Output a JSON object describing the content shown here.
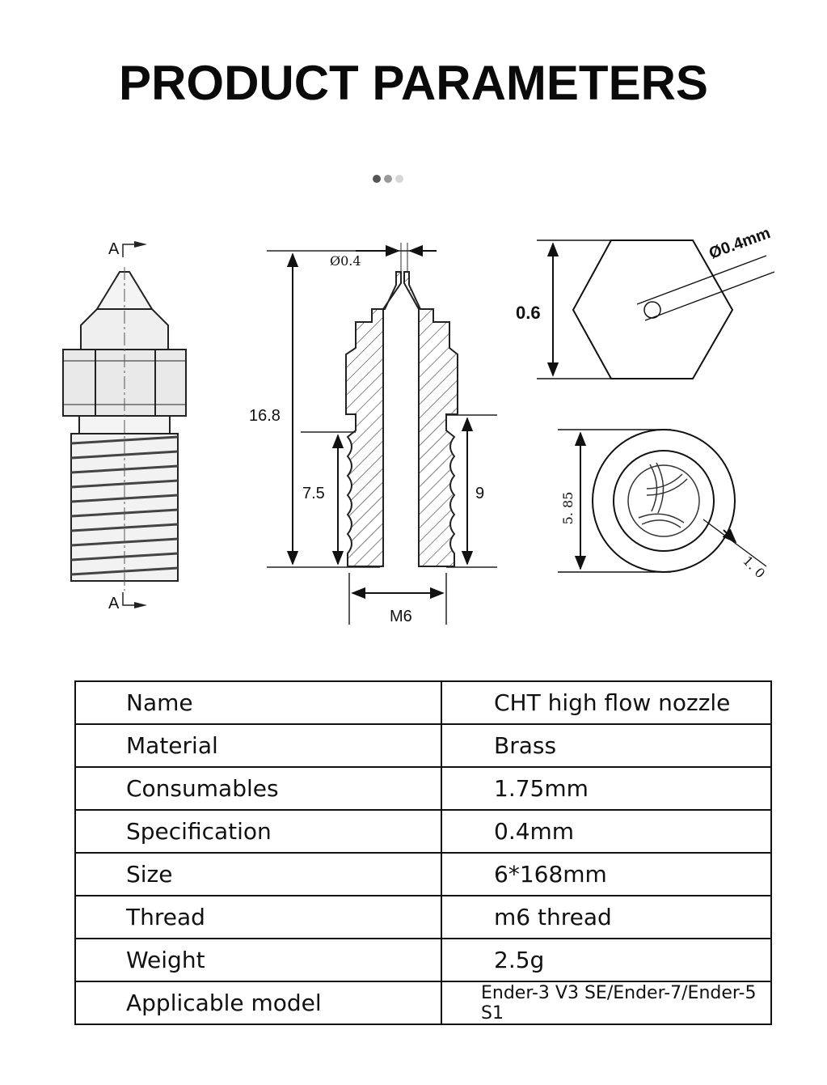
{
  "title": "PRODUCT PARAMETERS",
  "carousel": {
    "dot_count": 3,
    "active_index": 0
  },
  "diagram": {
    "section_label_top": "A",
    "section_label_bottom": "A",
    "dim_bore": "Ø0.4",
    "dim_total_length": "16.8",
    "dim_thread_inner": "7.5",
    "dim_thread_outer": "9",
    "dim_thread": "M6",
    "dim_hex": "0.6",
    "dim_orifice": "Ø0.4mm",
    "dim_end_diameter": "5. 85",
    "dim_wall": "1. 0"
  },
  "params_table": {
    "rows": [
      {
        "key": "Name",
        "value": "CHT high flow nozzle"
      },
      {
        "key": "Material",
        "value": "Brass"
      },
      {
        "key": "Consumables",
        "value": "1.75mm"
      },
      {
        "key": "Specification",
        "value": "0.4mm"
      },
      {
        "key": "Size",
        "value": "6*168mm"
      },
      {
        "key": "Thread",
        "value": "m6 thread"
      },
      {
        "key": "Weight",
        "value": "2.5g"
      },
      {
        "key": "Applicable model",
        "value": "Ender-3 V3 SE/Ender-7/Ender-5 S1"
      }
    ]
  }
}
